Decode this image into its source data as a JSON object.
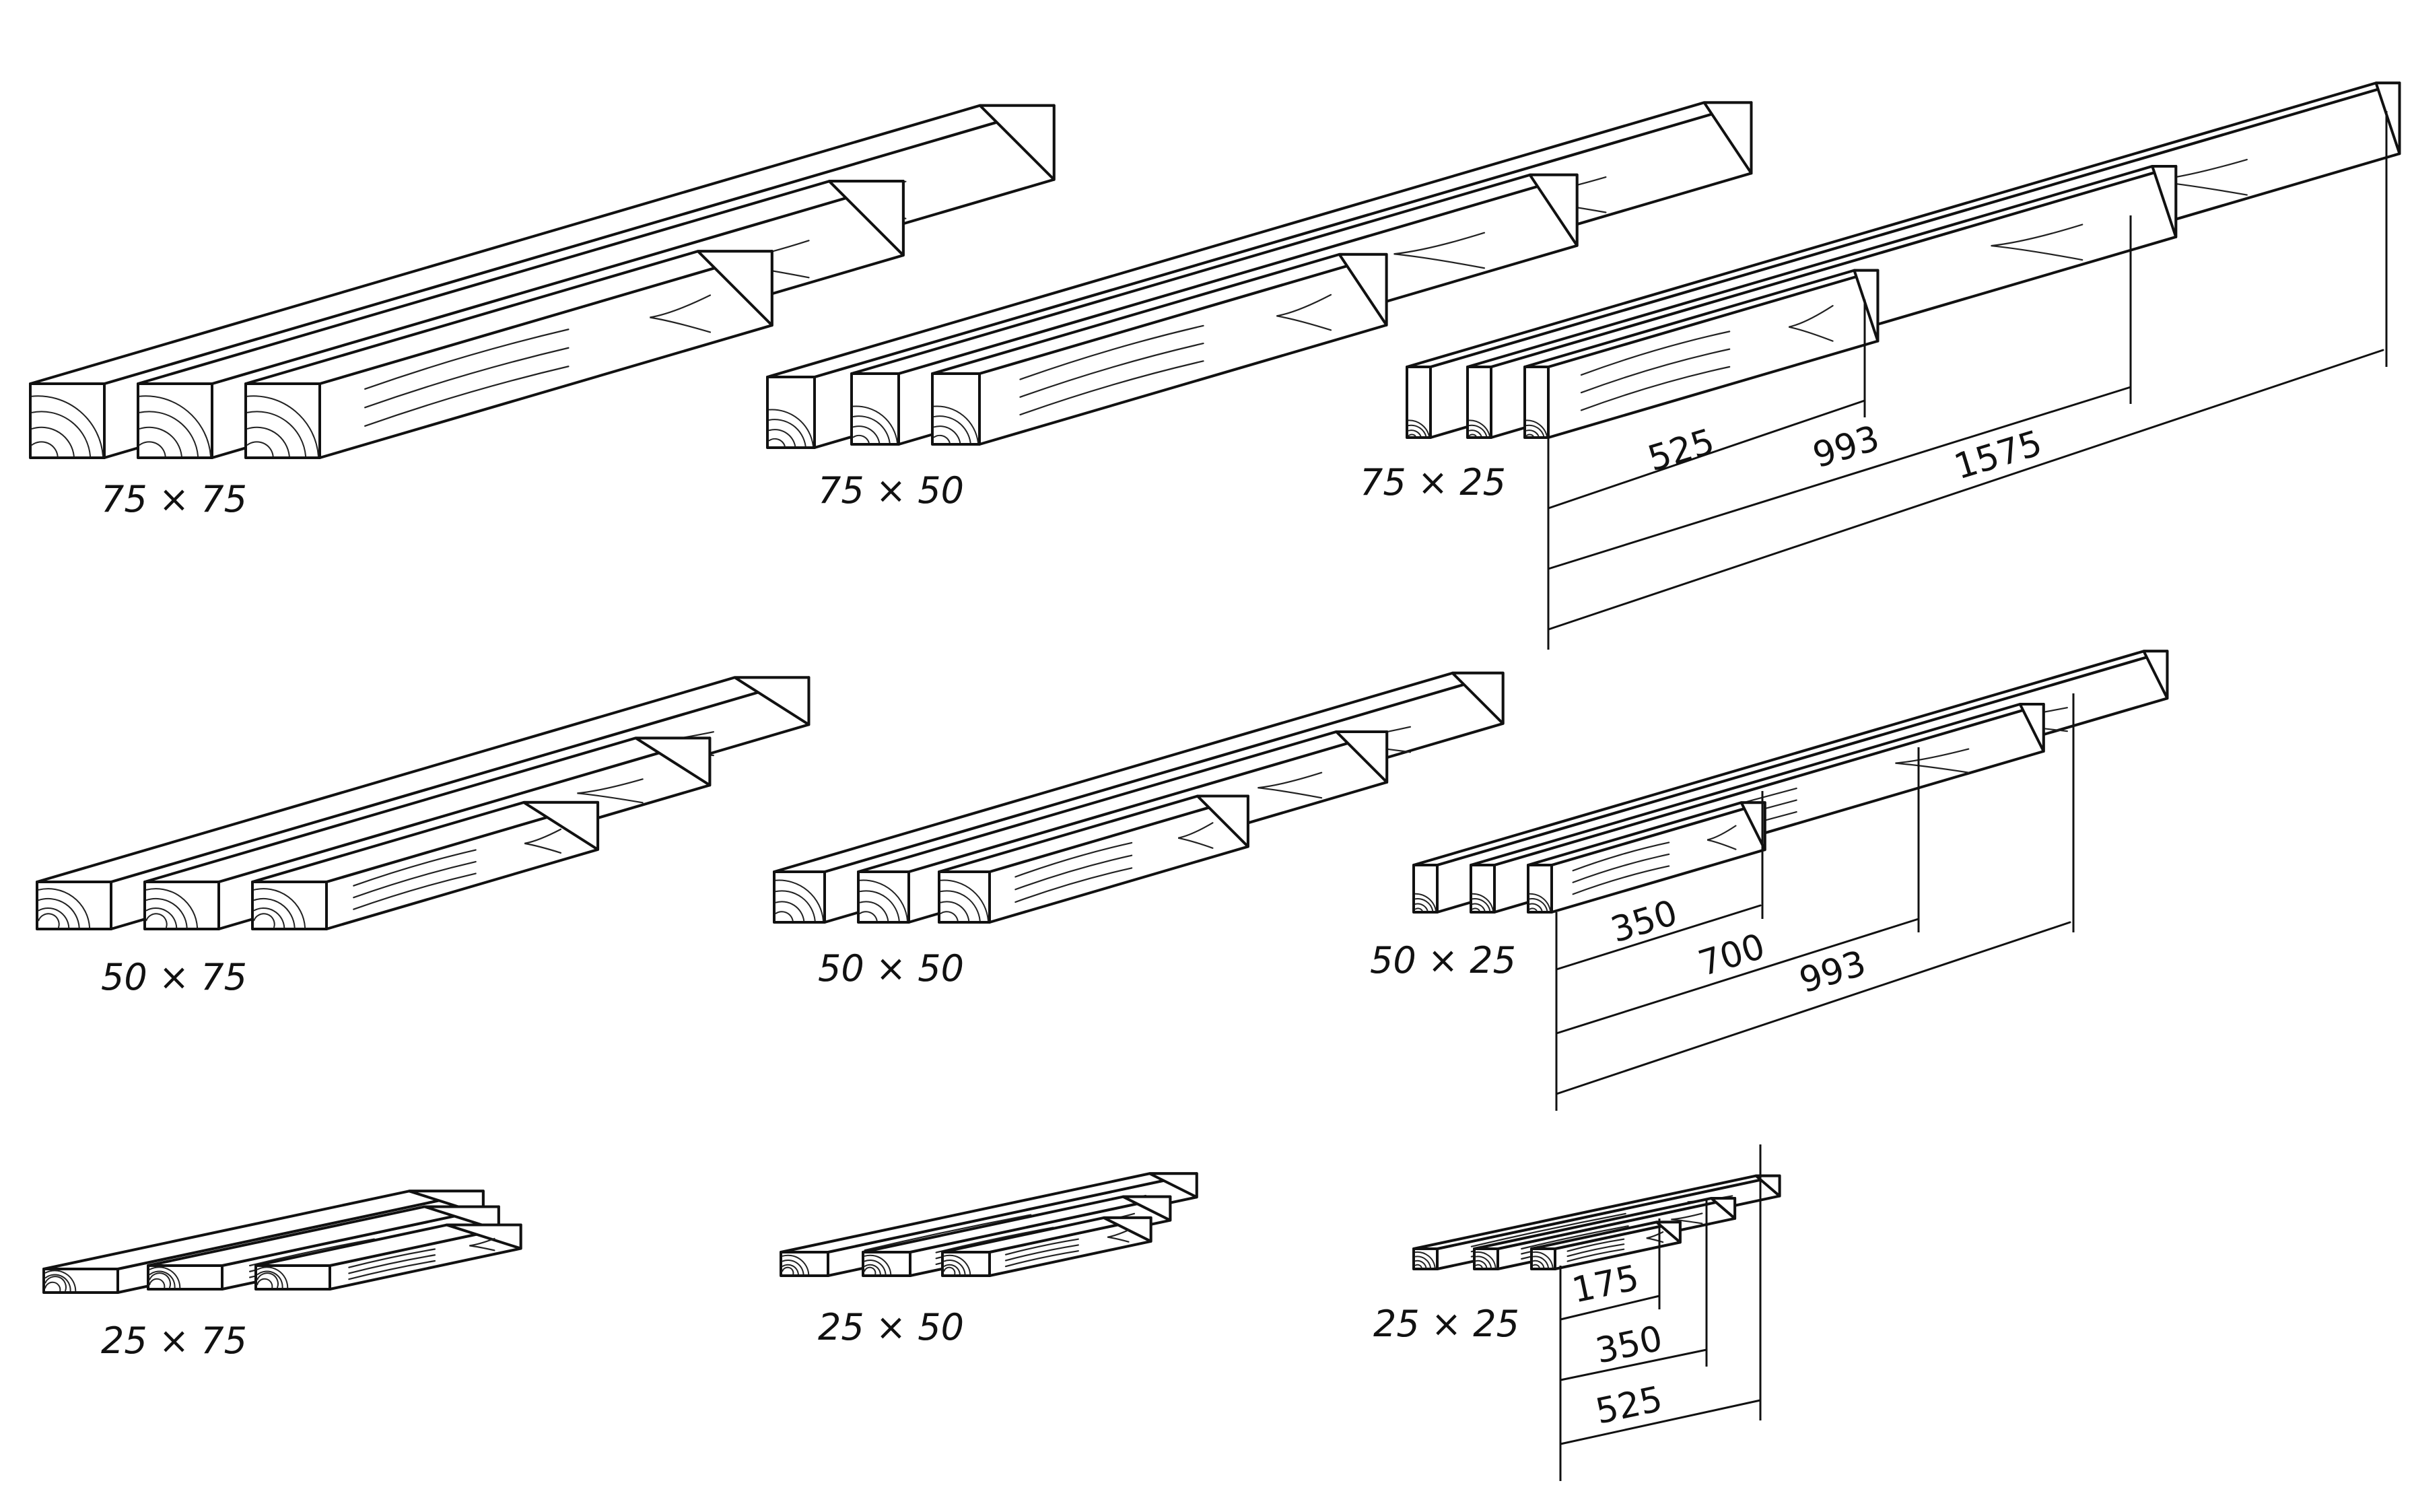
{
  "figure": {
    "groups": [
      {
        "id": "g75x75",
        "label": "75 × 75",
        "w": 75,
        "h": 75
      },
      {
        "id": "g75x50",
        "label": "75 × 50",
        "w": 50,
        "h": 75
      },
      {
        "id": "g75x25",
        "label": "75 × 25",
        "w": 25,
        "h": 75,
        "dims": [
          "525",
          "993",
          "1575"
        ]
      },
      {
        "id": "g50x75",
        "label": "50 × 75",
        "w": 75,
        "h": 50
      },
      {
        "id": "g50x50",
        "label": "50 × 50",
        "w": 50,
        "h": 50
      },
      {
        "id": "g50x25",
        "label": "50 × 25",
        "w": 25,
        "h": 50,
        "dims": [
          "350",
          "700",
          "993"
        ]
      },
      {
        "id": "g25x75",
        "label": "25 × 75",
        "w": 75,
        "h": 25
      },
      {
        "id": "g25x50",
        "label": "25 × 50",
        "w": 50,
        "h": 25
      },
      {
        "id": "g25x25",
        "label": "25 × 25",
        "w": 25,
        "h": 25,
        "dims": [
          "175",
          "350",
          "525"
        ]
      }
    ]
  }
}
